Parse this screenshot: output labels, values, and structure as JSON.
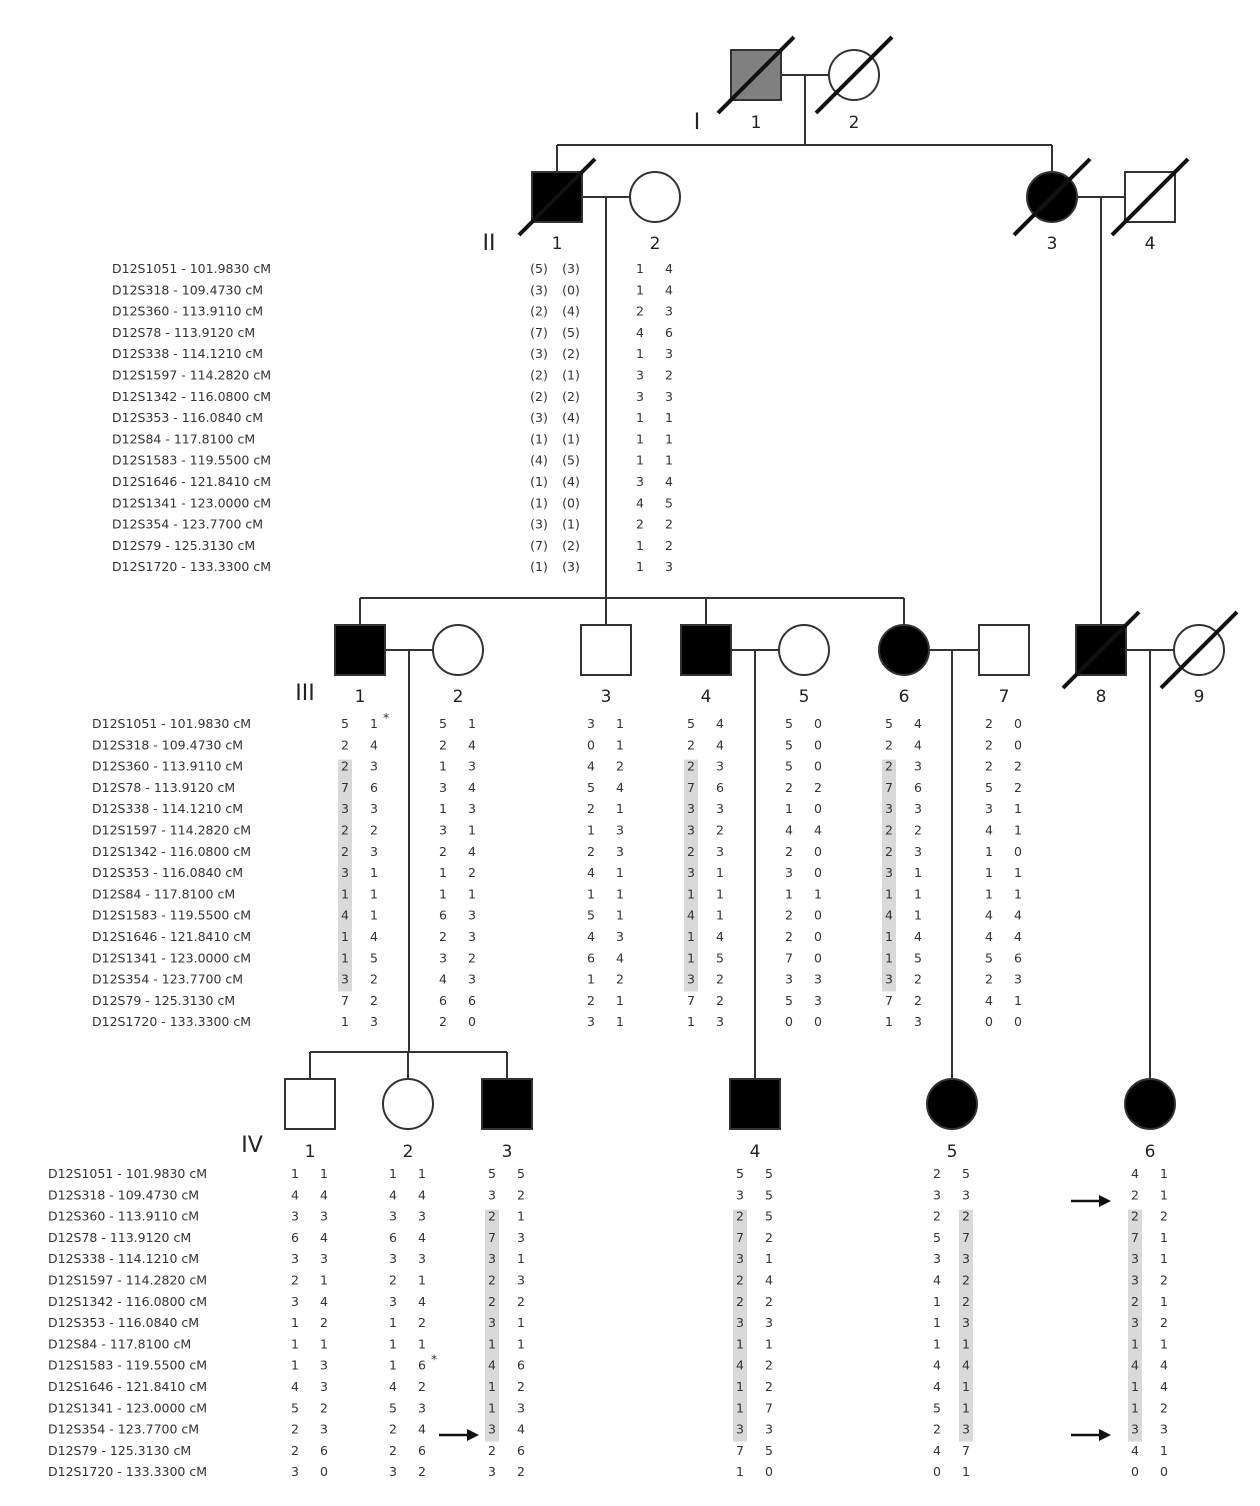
{
  "generations": [
    {
      "id": "I",
      "label": "I",
      "y": 0
    },
    {
      "id": "II",
      "label": "II",
      "y": 0
    },
    {
      "id": "III",
      "label": "III",
      "y": 0
    },
    {
      "id": "IV",
      "label": "IV",
      "y": 0
    }
  ],
  "individuals": [
    {
      "id": "I-1",
      "label": "1",
      "sex": "male",
      "status": "carrier",
      "deceased": true
    },
    {
      "id": "I-2",
      "label": "2",
      "sex": "female",
      "status": "unaffected",
      "deceased": true
    },
    {
      "id": "II-1",
      "label": "1",
      "sex": "male",
      "status": "affected",
      "deceased": true
    },
    {
      "id": "II-2",
      "label": "2",
      "sex": "female",
      "status": "unaffected",
      "deceased": false
    },
    {
      "id": "II-3",
      "label": "3",
      "sex": "female",
      "status": "affected",
      "deceased": true
    },
    {
      "id": "II-4",
      "label": "4",
      "sex": "male",
      "status": "unaffected",
      "deceased": true
    },
    {
      "id": "III-1",
      "label": "1",
      "sex": "male",
      "status": "affected",
      "deceased": false
    },
    {
      "id": "III-2",
      "label": "2",
      "sex": "female",
      "status": "unaffected",
      "deceased": false
    },
    {
      "id": "III-3",
      "label": "3",
      "sex": "male",
      "status": "unaffected",
      "deceased": false
    },
    {
      "id": "III-4",
      "label": "4",
      "sex": "male",
      "status": "affected",
      "deceased": false
    },
    {
      "id": "III-5",
      "label": "5",
      "sex": "female",
      "status": "unaffected",
      "deceased": false
    },
    {
      "id": "III-6",
      "label": "6",
      "sex": "female",
      "status": "affected",
      "deceased": false
    },
    {
      "id": "III-7",
      "label": "7",
      "sex": "male",
      "status": "unaffected",
      "deceased": false
    },
    {
      "id": "III-8",
      "label": "8",
      "sex": "male",
      "status": "affected",
      "deceased": true
    },
    {
      "id": "III-9",
      "label": "9",
      "sex": "female",
      "status": "unaffected",
      "deceased": true
    },
    {
      "id": "IV-1",
      "label": "1",
      "sex": "male",
      "status": "unaffected",
      "deceased": false
    },
    {
      "id": "IV-2",
      "label": "2",
      "sex": "female",
      "status": "unaffected",
      "deceased": false
    },
    {
      "id": "IV-3",
      "label": "3",
      "sex": "male",
      "status": "affected",
      "deceased": false
    },
    {
      "id": "IV-4",
      "label": "4",
      "sex": "male",
      "status": "affected",
      "deceased": false
    },
    {
      "id": "IV-5",
      "label": "5",
      "sex": "female",
      "status": "affected",
      "deceased": false
    },
    {
      "id": "IV-6",
      "label": "6",
      "sex": "female",
      "status": "affected",
      "deceased": false
    }
  ],
  "markers": [
    "D12S1051 - 101.9830 cM",
    "D12S318 - 109.4730 cM",
    "D12S360 - 113.9110 cM",
    "D12S78 - 113.9120 cM",
    "D12S338 - 114.1210 cM",
    "D12S1597 - 114.2820 cM",
    "D12S1342 - 116.0800 cM",
    "D12S353 - 116.0840 cM",
    "D12S84 - 117.8100 cM",
    "D12S1583 - 119.5500 cM",
    "D12S1646 - 121.8410 cM",
    "D12S1341 - 123.0000 cM",
    "D12S354 - 123.7700 cM",
    "D12S79 - 125.3130 cM",
    "D12S1720 - 133.3300 cM"
  ],
  "genotypes": {
    "II-1": [
      [
        "(5)",
        "(3)"
      ],
      [
        "(3)",
        "(0)"
      ],
      [
        "(2)",
        "(4)"
      ],
      [
        "(7)",
        "(5)"
      ],
      [
        "(3)",
        "(2)"
      ],
      [
        "(2)",
        "(1)"
      ],
      [
        "(2)",
        "(2)"
      ],
      [
        "(3)",
        "(4)"
      ],
      [
        "(1)",
        "(1)"
      ],
      [
        "(4)",
        "(5)"
      ],
      [
        "(1)",
        "(4)"
      ],
      [
        "(1)",
        "(0)"
      ],
      [
        "(3)",
        "(1)"
      ],
      [
        "(7)",
        "(2)"
      ],
      [
        "(1)",
        "(3)"
      ]
    ],
    "II-2": [
      [
        "1",
        "4"
      ],
      [
        "1",
        "4"
      ],
      [
        "2",
        "3"
      ],
      [
        "4",
        "6"
      ],
      [
        "1",
        "3"
      ],
      [
        "3",
        "2"
      ],
      [
        "3",
        "3"
      ],
      [
        "1",
        "1"
      ],
      [
        "1",
        "1"
      ],
      [
        "1",
        "1"
      ],
      [
        "3",
        "4"
      ],
      [
        "4",
        "5"
      ],
      [
        "2",
        "2"
      ],
      [
        "1",
        "2"
      ],
      [
        "1",
        "3"
      ]
    ],
    "III-1": [
      [
        "5",
        "1"
      ],
      [
        "2",
        "4"
      ],
      [
        "2",
        "3"
      ],
      [
        "7",
        "6"
      ],
      [
        "3",
        "3"
      ],
      [
        "2",
        "2"
      ],
      [
        "2",
        "3"
      ],
      [
        "3",
        "1"
      ],
      [
        "1",
        "1"
      ],
      [
        "4",
        "1"
      ],
      [
        "1",
        "4"
      ],
      [
        "1",
        "5"
      ],
      [
        "3",
        "2"
      ],
      [
        "7",
        "2"
      ],
      [
        "1",
        "3"
      ]
    ],
    "III-2": [
      [
        "5",
        "1"
      ],
      [
        "2",
        "4"
      ],
      [
        "1",
        "3"
      ],
      [
        "3",
        "4"
      ],
      [
        "1",
        "3"
      ],
      [
        "3",
        "1"
      ],
      [
        "2",
        "4"
      ],
      [
        "1",
        "2"
      ],
      [
        "1",
        "1"
      ],
      [
        "6",
        "3"
      ],
      [
        "2",
        "3"
      ],
      [
        "3",
        "2"
      ],
      [
        "4",
        "3"
      ],
      [
        "6",
        "6"
      ],
      [
        "2",
        "0"
      ]
    ],
    "III-3": [
      [
        "3",
        "1"
      ],
      [
        "0",
        "1"
      ],
      [
        "4",
        "2"
      ],
      [
        "5",
        "4"
      ],
      [
        "2",
        "1"
      ],
      [
        "1",
        "3"
      ],
      [
        "2",
        "3"
      ],
      [
        "4",
        "1"
      ],
      [
        "1",
        "1"
      ],
      [
        "5",
        "1"
      ],
      [
        "4",
        "3"
      ],
      [
        "6",
        "4"
      ],
      [
        "1",
        "2"
      ],
      [
        "2",
        "1"
      ],
      [
        "3",
        "1"
      ]
    ],
    "III-4": [
      [
        "5",
        "4"
      ],
      [
        "2",
        "4"
      ],
      [
        "2",
        "3"
      ],
      [
        "7",
        "6"
      ],
      [
        "3",
        "3"
      ],
      [
        "3",
        "2"
      ],
      [
        "2",
        "3"
      ],
      [
        "3",
        "1"
      ],
      [
        "1",
        "1"
      ],
      [
        "4",
        "1"
      ],
      [
        "1",
        "4"
      ],
      [
        "1",
        "5"
      ],
      [
        "3",
        "2"
      ],
      [
        "7",
        "2"
      ],
      [
        "1",
        "3"
      ]
    ],
    "III-5": [
      [
        "5",
        "0"
      ],
      [
        "5",
        "0"
      ],
      [
        "5",
        "0"
      ],
      [
        "2",
        "2"
      ],
      [
        "1",
        "0"
      ],
      [
        "4",
        "4"
      ],
      [
        "2",
        "0"
      ],
      [
        "3",
        "0"
      ],
      [
        "1",
        "1"
      ],
      [
        "2",
        "0"
      ],
      [
        "2",
        "0"
      ],
      [
        "7",
        "0"
      ],
      [
        "3",
        "3"
      ],
      [
        "5",
        "3"
      ],
      [
        "0",
        "0"
      ]
    ],
    "III-6": [
      [
        "5",
        "4"
      ],
      [
        "2",
        "4"
      ],
      [
        "2",
        "3"
      ],
      [
        "7",
        "6"
      ],
      [
        "3",
        "3"
      ],
      [
        "2",
        "2"
      ],
      [
        "2",
        "3"
      ],
      [
        "3",
        "1"
      ],
      [
        "1",
        "1"
      ],
      [
        "4",
        "1"
      ],
      [
        "1",
        "4"
      ],
      [
        "1",
        "5"
      ],
      [
        "3",
        "2"
      ],
      [
        "7",
        "2"
      ],
      [
        "1",
        "3"
      ]
    ],
    "III-7": [
      [
        "2",
        "0"
      ],
      [
        "2",
        "0"
      ],
      [
        "2",
        "2"
      ],
      [
        "5",
        "2"
      ],
      [
        "3",
        "1"
      ],
      [
        "4",
        "1"
      ],
      [
        "1",
        "0"
      ],
      [
        "1",
        "1"
      ],
      [
        "1",
        "1"
      ],
      [
        "4",
        "4"
      ],
      [
        "4",
        "4"
      ],
      [
        "5",
        "6"
      ],
      [
        "2",
        "3"
      ],
      [
        "4",
        "1"
      ],
      [
        "0",
        "0"
      ]
    ],
    "IV-1": [
      [
        "1",
        "1"
      ],
      [
        "4",
        "4"
      ],
      [
        "3",
        "3"
      ],
      [
        "6",
        "4"
      ],
      [
        "3",
        "3"
      ],
      [
        "2",
        "1"
      ],
      [
        "3",
        "4"
      ],
      [
        "1",
        "2"
      ],
      [
        "1",
        "1"
      ],
      [
        "1",
        "3"
      ],
      [
        "4",
        "3"
      ],
      [
        "5",
        "2"
      ],
      [
        "2",
        "3"
      ],
      [
        "2",
        "6"
      ],
      [
        "3",
        "0"
      ]
    ],
    "IV-2": [
      [
        "1",
        "1"
      ],
      [
        "4",
        "4"
      ],
      [
        "3",
        "3"
      ],
      [
        "6",
        "4"
      ],
      [
        "3",
        "3"
      ],
      [
        "2",
        "1"
      ],
      [
        "3",
        "4"
      ],
      [
        "1",
        "2"
      ],
      [
        "1",
        "1"
      ],
      [
        "1",
        "6"
      ],
      [
        "4",
        "2"
      ],
      [
        "5",
        "3"
      ],
      [
        "2",
        "4"
      ],
      [
        "2",
        "6"
      ],
      [
        "3",
        "2"
      ]
    ],
    "IV-3": [
      [
        "5",
        "5"
      ],
      [
        "3",
        "2"
      ],
      [
        "2",
        "1"
      ],
      [
        "7",
        "3"
      ],
      [
        "3",
        "1"
      ],
      [
        "2",
        "3"
      ],
      [
        "2",
        "2"
      ],
      [
        "3",
        "1"
      ],
      [
        "1",
        "1"
      ],
      [
        "4",
        "6"
      ],
      [
        "1",
        "2"
      ],
      [
        "1",
        "3"
      ],
      [
        "3",
        "4"
      ],
      [
        "2",
        "6"
      ],
      [
        "3",
        "2"
      ]
    ],
    "IV-4": [
      [
        "5",
        "5"
      ],
      [
        "3",
        "5"
      ],
      [
        "2",
        "5"
      ],
      [
        "7",
        "2"
      ],
      [
        "3",
        "1"
      ],
      [
        "2",
        "4"
      ],
      [
        "2",
        "2"
      ],
      [
        "3",
        "3"
      ],
      [
        "1",
        "1"
      ],
      [
        "4",
        "2"
      ],
      [
        "1",
        "2"
      ],
      [
        "1",
        "7"
      ],
      [
        "3",
        "3"
      ],
      [
        "7",
        "5"
      ],
      [
        "1",
        "0"
      ]
    ],
    "IV-5": [
      [
        "2",
        "5"
      ],
      [
        "3",
        "3"
      ],
      [
        "2",
        "2"
      ],
      [
        "5",
        "7"
      ],
      [
        "3",
        "3"
      ],
      [
        "4",
        "2"
      ],
      [
        "1",
        "2"
      ],
      [
        "1",
        "3"
      ],
      [
        "1",
        "1"
      ],
      [
        "4",
        "4"
      ],
      [
        "4",
        "1"
      ],
      [
        "5",
        "1"
      ],
      [
        "2",
        "3"
      ],
      [
        "4",
        "7"
      ],
      [
        "0",
        "1"
      ]
    ],
    "IV-6": [
      [
        "4",
        "1"
      ],
      [
        "2",
        "1"
      ],
      [
        "2",
        "2"
      ],
      [
        "7",
        "1"
      ],
      [
        "3",
        "1"
      ],
      [
        "3",
        "2"
      ],
      [
        "2",
        "1"
      ],
      [
        "3",
        "2"
      ],
      [
        "1",
        "1"
      ],
      [
        "4",
        "4"
      ],
      [
        "1",
        "4"
      ],
      [
        "1",
        "2"
      ],
      [
        "3",
        "3"
      ],
      [
        "4",
        "1"
      ],
      [
        "0",
        "0"
      ]
    ]
  },
  "recombinant_marks": [
    {
      "individual": "III-1",
      "marker_index": 0,
      "symbol": "*"
    },
    {
      "individual": "IV-2",
      "marker_index": 9,
      "symbol": "*"
    }
  ],
  "colors": {
    "affected": "#000000",
    "carrier": "#808080",
    "unaffected": "#ffffff",
    "haplotype_shade": "#d9d9d9",
    "line": "#333333"
  }
}
